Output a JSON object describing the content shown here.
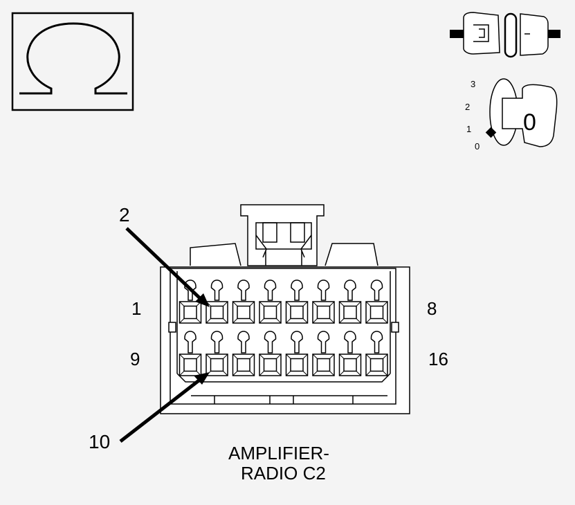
{
  "symbols": {
    "ohm_icon": "ohm-symbol",
    "connector_icon": "disconnected-connector",
    "ignition_icon": "ignition-key-switch"
  },
  "ignition": {
    "positions": [
      "3",
      "2",
      "1",
      "0"
    ],
    "key_position": "0"
  },
  "pin_labels": {
    "top_left": "1",
    "top_right": "8",
    "bottom_left": "9",
    "bottom_right": "16"
  },
  "callouts": {
    "upper": "2",
    "lower": "10"
  },
  "caption": {
    "line1": "AMPLIFIER-",
    "line2": "RADIO C2"
  },
  "colors": {
    "background": "#f4f4f4",
    "line": "#000000",
    "fill": "#ffffff"
  }
}
